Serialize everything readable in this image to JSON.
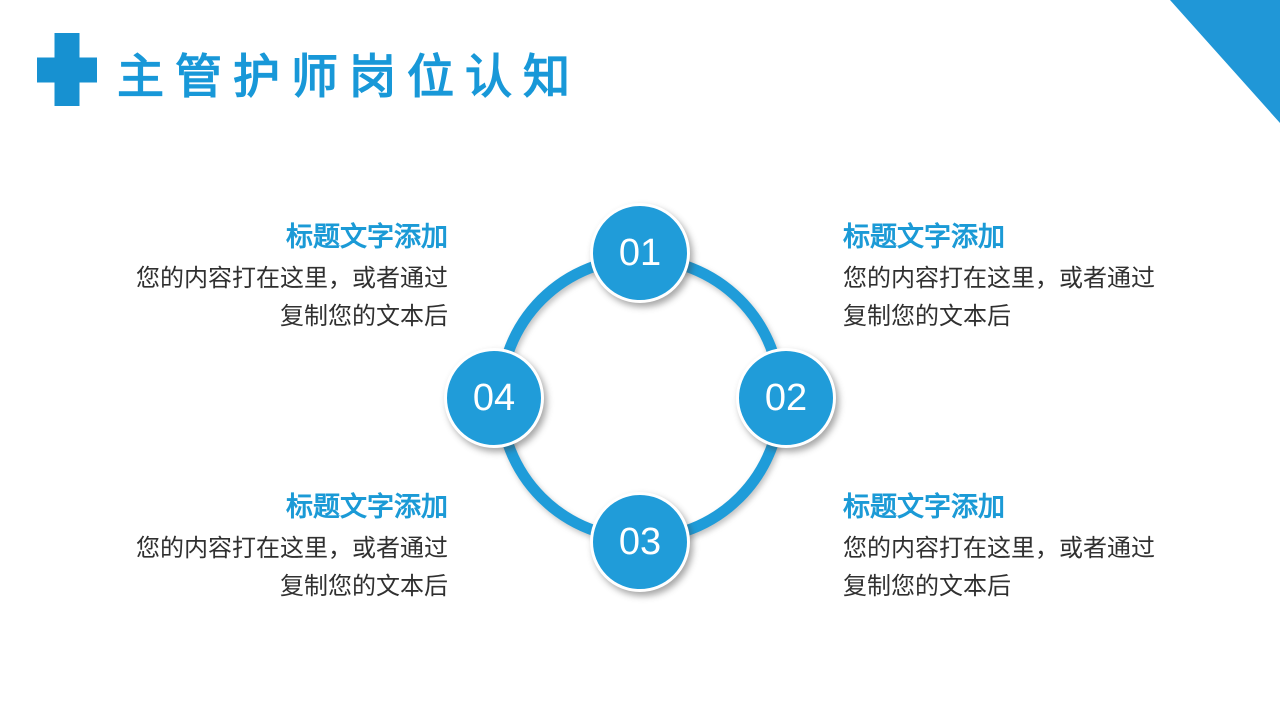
{
  "slide": {
    "title": "主管护师岗位认知"
  },
  "colors": {
    "accent_blue": "#1898d8",
    "cross_blue": "#1791d1",
    "circle_fill": "#209cd9",
    "ring_blue": "#1f9cd9",
    "body_text": "#303030",
    "background": "#ffffff"
  },
  "icons": {
    "cross_icon": "medical-cross",
    "corner_triangle": "top-right-corner-triangle"
  },
  "diagram": {
    "nodes": [
      {
        "number": "01",
        "position": "top"
      },
      {
        "number": "02",
        "position": "right"
      },
      {
        "number": "03",
        "position": "bottom"
      },
      {
        "number": "04",
        "position": "left"
      }
    ]
  },
  "blocks": [
    {
      "position": "top-left",
      "title": "标题文字添加",
      "lines": [
        "您的内容打在这里，或者通过",
        "复制您的文本后"
      ]
    },
    {
      "position": "top-right",
      "title": "标题文字添加",
      "lines": [
        "您的内容打在这里，或者通过",
        "复制您的文本后"
      ]
    },
    {
      "position": "bottom-left",
      "title": "标题文字添加",
      "lines": [
        "您的内容打在这里，或者通过",
        "复制您的文本后"
      ]
    },
    {
      "position": "bottom-right",
      "title": "标题文字添加",
      "lines": [
        "您的内容打在这里，或者通过",
        "复制您的文本后"
      ]
    }
  ]
}
